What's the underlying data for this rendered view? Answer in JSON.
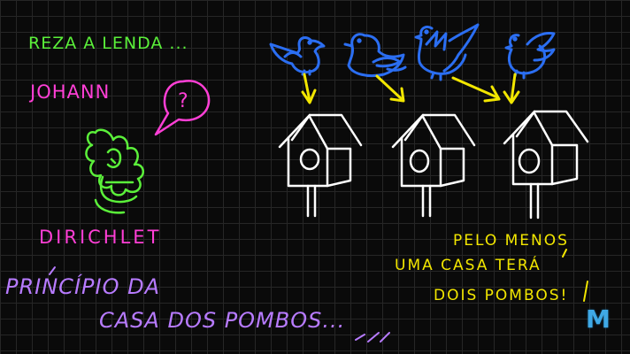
{
  "colors": {
    "background": "#0a0a0a",
    "grid": "#262626",
    "green": "#5bf03a",
    "magenta": "#ff3fd6",
    "violet": "#b77bff",
    "yellow": "#f2e600",
    "blue": "#2b6ef2",
    "white": "#ffffff"
  },
  "intro": "REZA A LENDA ...",
  "name_first": "JOHANN",
  "speech_bubble": "?",
  "name_last": "DIRICHLET",
  "principle": {
    "line1": "PRINCÍPIO DA",
    "line2": "CASA DOS POMBOS..."
  },
  "conclusion": {
    "line1": "PELO MENOS",
    "line2": "UMA CASA TERÁ",
    "line3": "DOIS POMBOS!"
  },
  "logo_letter": "M",
  "icons": {
    "portrait": "person-doodle-icon",
    "bird": "pigeon-icon",
    "house": "birdhouse-icon",
    "arrow": "arrow-down-icon",
    "logo": "m-logo-icon"
  }
}
